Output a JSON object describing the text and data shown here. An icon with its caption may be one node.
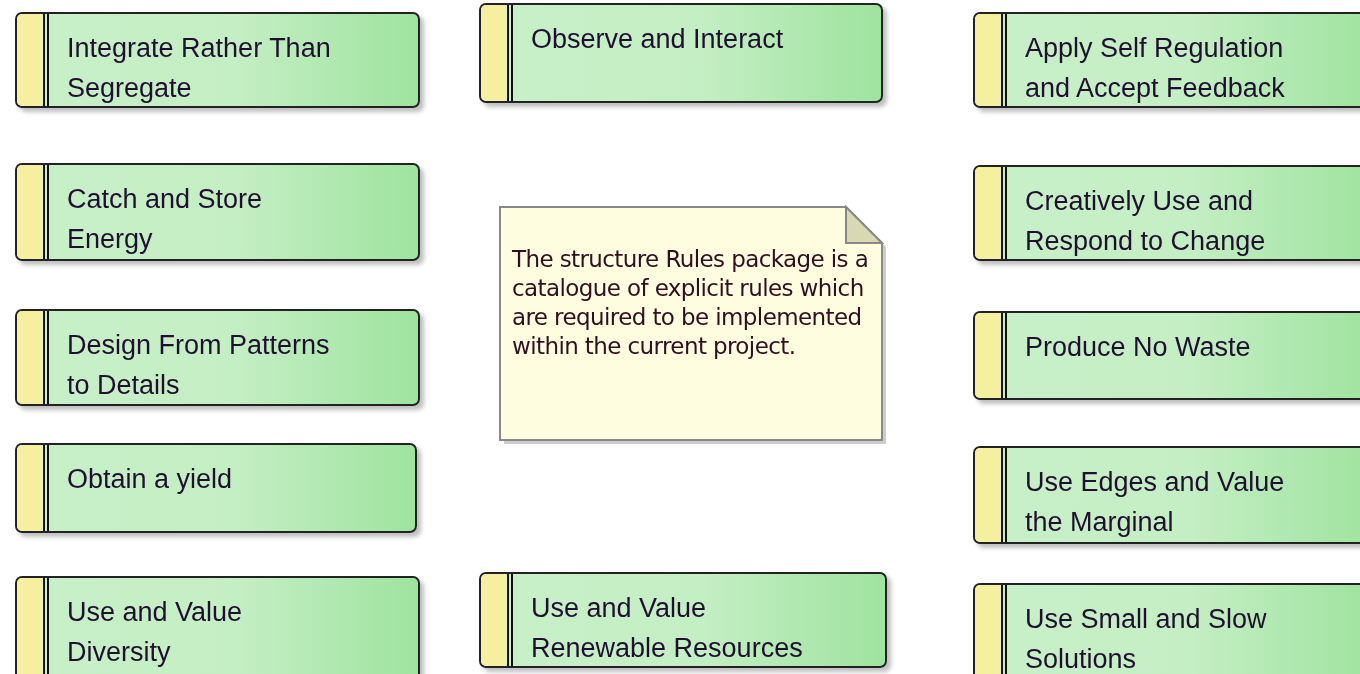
{
  "diagram": {
    "nodes": [
      {
        "text": [
          "Integrate Rather Than Segregate"
        ]
      },
      {
        "text": [
          "Observe and Interact"
        ]
      },
      {
        "text": [
          "Apply Self Regulation and Accept Feedback"
        ]
      },
      {
        "text": [
          "Catch and Store Energy"
        ]
      },
      {
        "text": [
          "Creatively Use and Respond to Change"
        ]
      },
      {
        "text": [
          "The structure Rules package is a catalogue of explicit rules which are required to be implemented within the current project."
        ]
      },
      {
        "text": [
          "Design From Patterns to Details"
        ]
      },
      {
        "text": [
          "Produce No Waste"
        ]
      },
      {
        "text": [
          "Obtain a yield"
        ]
      },
      {
        "text": [
          "Use Edges and Value the Marginal"
        ]
      },
      {
        "text": [
          "Use and Value Diversity"
        ]
      },
      {
        "text": [
          "Use and Value Renewable Resources"
        ]
      },
      {
        "text": [
          "Use Small and Slow Solutions"
        ]
      }
    ]
  }
}
